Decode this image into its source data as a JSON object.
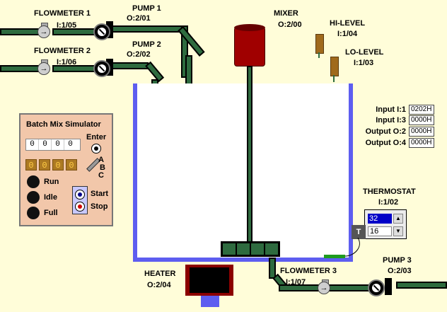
{
  "flowmeter1": {
    "name": "FLOWMETER 1",
    "addr": "I:1/05"
  },
  "flowmeter2": {
    "name": "FLOWMETER 2",
    "addr": "I:1/06"
  },
  "flowmeter3": {
    "name": "FLOWMETER 3",
    "addr": "I:1/07"
  },
  "pump1": {
    "name": "PUMP 1",
    "addr": "O:2/01"
  },
  "pump2": {
    "name": "PUMP 2",
    "addr": "O:2/02"
  },
  "pump3": {
    "name": "PUMP 3",
    "addr": "O:2/03"
  },
  "mixer": {
    "name": "MIXER",
    "addr": "O:2/00"
  },
  "hilevel": {
    "name": "HI-LEVEL",
    "addr": "I:1/04"
  },
  "lolevel": {
    "name": "LO-LEVEL",
    "addr": "I:1/03"
  },
  "heater": {
    "name": "HEATER",
    "addr": "O:2/04"
  },
  "thermostat": {
    "name": "THERMOSTAT",
    "addr": "I:1/02",
    "setpoint": "32",
    "value": "16"
  },
  "io": {
    "input1": {
      "label": "Input I:1",
      "value": "0202H"
    },
    "input3": {
      "label": "Input I:3",
      "value": "0000H"
    },
    "output2": {
      "label": "Output O:2",
      "value": "0000H"
    },
    "output4": {
      "label": "Output O:4",
      "value": "0000H"
    }
  },
  "panel": {
    "title": "Batch Mix Simulator",
    "enter_label": "Enter",
    "thumbwheel": [
      "0",
      "0",
      "0",
      "0"
    ],
    "display": [
      "0",
      "0",
      "0",
      "0"
    ],
    "switch_a": "A",
    "switch_b": "B",
    "switch_c": "C",
    "run": "Run",
    "idle": "Idle",
    "full": "Full",
    "start": "Start",
    "stop": "Stop"
  },
  "icons": {
    "flow_arrow": "→",
    "thermo_letter": "T"
  },
  "colors": {
    "background": "#fffdd9",
    "pipe": "#2e6b3f",
    "tank_wall": "#5d5df0",
    "mixer": "#a00000",
    "panel": "#f2c7aa"
  }
}
